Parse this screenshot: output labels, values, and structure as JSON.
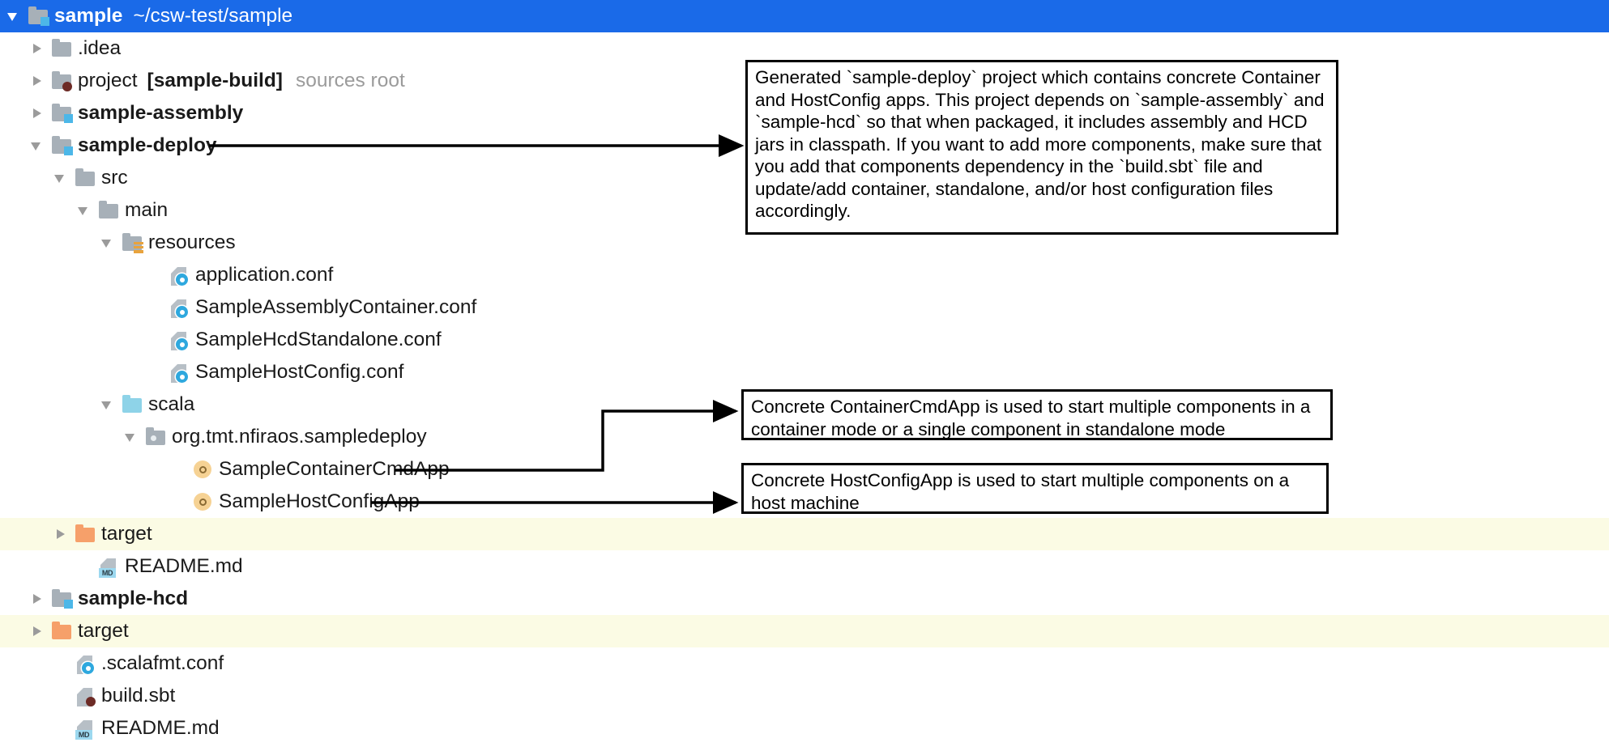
{
  "window": {
    "title": "sample",
    "path": "~/csw-test/sample"
  },
  "tree": {
    "rows": [
      {
        "label": "sample",
        "path": "~/csw-test/sample",
        "icon": "folder-module-icon",
        "arrow": "down",
        "indent": 0,
        "state": "selected",
        "bold": true
      },
      {
        "label": ".idea",
        "icon": "folder-icon",
        "arrow": "right",
        "indent": 1,
        "state": "normal",
        "bold": false
      },
      {
        "label": "project",
        "extra": "[sample-build]",
        "hint": "sources root",
        "icon": "folder-sbt-icon",
        "arrow": "right",
        "indent": 1,
        "state": "normal",
        "bold": false
      },
      {
        "label": "sample-assembly",
        "icon": "folder-module-icon",
        "arrow": "right",
        "indent": 1,
        "state": "normal",
        "bold": true
      },
      {
        "label": "sample-deploy",
        "icon": "folder-module-icon",
        "arrow": "down",
        "indent": 1,
        "state": "normal",
        "bold": true
      },
      {
        "label": "src",
        "icon": "folder-icon",
        "arrow": "down",
        "indent": 2,
        "state": "normal",
        "bold": false
      },
      {
        "label": "main",
        "icon": "folder-icon",
        "arrow": "down",
        "indent": 3,
        "state": "normal",
        "bold": false
      },
      {
        "label": "resources",
        "icon": "folder-resources-icon",
        "arrow": "down",
        "indent": 4,
        "state": "normal",
        "bold": false
      },
      {
        "label": "application.conf",
        "icon": "file-conf-icon",
        "arrow": "none",
        "indent": 6,
        "state": "normal",
        "bold": false
      },
      {
        "label": "SampleAssemblyContainer.conf",
        "icon": "file-conf-icon",
        "arrow": "none",
        "indent": 6,
        "state": "normal",
        "bold": false
      },
      {
        "label": "SampleHcdStandalone.conf",
        "icon": "file-conf-icon",
        "arrow": "none",
        "indent": 6,
        "state": "normal",
        "bold": false
      },
      {
        "label": "SampleHostConfig.conf",
        "icon": "file-conf-icon",
        "arrow": "none",
        "indent": 6,
        "state": "normal",
        "bold": false
      },
      {
        "label": "scala",
        "icon": "folder-sources-icon",
        "arrow": "down",
        "indent": 4,
        "state": "normal",
        "bold": false
      },
      {
        "label": "org.tmt.nfiraos.sampledeploy",
        "icon": "folder-package-icon",
        "arrow": "down",
        "indent": 5,
        "state": "normal",
        "bold": false
      },
      {
        "label": "SampleContainerCmdApp",
        "icon": "scala-object-icon",
        "arrow": "none",
        "indent": 7,
        "state": "normal",
        "bold": false
      },
      {
        "label": "SampleHostConfigApp",
        "icon": "scala-object-icon",
        "arrow": "none",
        "indent": 7,
        "state": "normal",
        "bold": false
      },
      {
        "label": "target",
        "icon": "folder-excluded-icon",
        "arrow": "right",
        "indent": 2,
        "state": "excluded",
        "bold": false
      },
      {
        "label": "README.md",
        "icon": "file-markdown-icon",
        "arrow": "none",
        "indent": 3,
        "state": "normal",
        "bold": false
      },
      {
        "label": "sample-hcd",
        "icon": "folder-module-icon",
        "arrow": "right",
        "indent": 1,
        "state": "normal",
        "bold": true
      },
      {
        "label": "target",
        "icon": "folder-excluded-icon",
        "arrow": "right",
        "indent": 1,
        "state": "excluded",
        "bold": false
      },
      {
        "label": ".scalafmt.conf",
        "icon": "file-conf-icon",
        "arrow": "none",
        "indent": 2,
        "state": "normal",
        "bold": false
      },
      {
        "label": "build.sbt",
        "icon": "file-sbt-icon",
        "arrow": "none",
        "indent": 2,
        "state": "normal",
        "bold": false
      },
      {
        "label": "README.md",
        "icon": "file-markdown-icon",
        "arrow": "none",
        "indent": 2,
        "state": "normal",
        "bold": false
      }
    ]
  },
  "callouts": [
    {
      "id": "sample-deploy-note",
      "text": "Generated `sample-deploy` project which contains concrete Container and HostConfig apps.  This project depends on `sample-assembly` and `sample-hcd` so that when packaged, it includes assembly and HCD jars in classpath.  If you want to add more components, make sure that you add that components dependency in the `build.sbt` file and update/add container, standalone, and/or host configuration files accordingly."
    },
    {
      "id": "container-cmd-app-note",
      "text": "Concrete ContainerCmdApp is used to start multiple components in a container mode or a single component in standalone mode"
    },
    {
      "id": "host-config-app-note",
      "text": "Concrete HostConfigApp is used to start multiple components on a host machine"
    }
  ],
  "colors": {
    "selection": "#1a6ae8",
    "excluded_row": "#fbfbe4",
    "folder": "#a7b0b8",
    "folder_excluded": "#f6a06a",
    "folder_sources": "#8ed3e8",
    "module_badge": "#4cb7e8",
    "conf_badge": "#2ea8de",
    "markdown_badge": "#9cd8ef",
    "scala_object": "#f6d294",
    "sbt_badge": "#6d2b26",
    "resources_badge": "#e8a33d",
    "callout_border": "#000000"
  }
}
